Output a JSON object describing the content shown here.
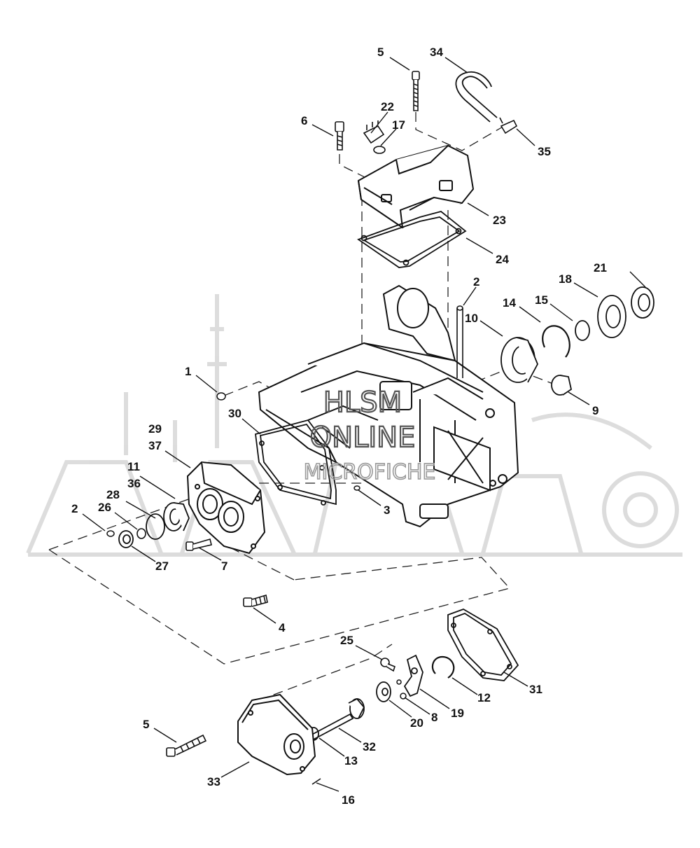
{
  "watermark": {
    "line1": "HLSM",
    "line2": "ONLINE",
    "line3": "MICROFICHE"
  },
  "callouts": [
    {
      "id": "5a",
      "text": "5"
    },
    {
      "id": "34",
      "text": "34"
    },
    {
      "id": "22",
      "text": "22"
    },
    {
      "id": "17",
      "text": "17"
    },
    {
      "id": "6",
      "text": "6"
    },
    {
      "id": "35",
      "text": "35"
    },
    {
      "id": "23",
      "text": "23"
    },
    {
      "id": "24",
      "text": "24"
    },
    {
      "id": "2a",
      "text": "2"
    },
    {
      "id": "21",
      "text": "21"
    },
    {
      "id": "18",
      "text": "18"
    },
    {
      "id": "14",
      "text": "14"
    },
    {
      "id": "15",
      "text": "15"
    },
    {
      "id": "10",
      "text": "10"
    },
    {
      "id": "1",
      "text": "1"
    },
    {
      "id": "9",
      "text": "9"
    },
    {
      "id": "30",
      "text": "30"
    },
    {
      "id": "29",
      "text": "29"
    },
    {
      "id": "37",
      "text": "37"
    },
    {
      "id": "11",
      "text": "11"
    },
    {
      "id": "36",
      "text": "36"
    },
    {
      "id": "28",
      "text": "28"
    },
    {
      "id": "26",
      "text": "26"
    },
    {
      "id": "2b",
      "text": "2"
    },
    {
      "id": "3",
      "text": "3"
    },
    {
      "id": "27",
      "text": "27"
    },
    {
      "id": "7",
      "text": "7"
    },
    {
      "id": "4",
      "text": "4"
    },
    {
      "id": "25",
      "text": "25"
    },
    {
      "id": "31",
      "text": "31"
    },
    {
      "id": "12",
      "text": "12"
    },
    {
      "id": "19",
      "text": "19"
    },
    {
      "id": "8",
      "text": "8"
    },
    {
      "id": "20",
      "text": "20"
    },
    {
      "id": "5b",
      "text": "5"
    },
    {
      "id": "32",
      "text": "32"
    },
    {
      "id": "13",
      "text": "13"
    },
    {
      "id": "33",
      "text": "33"
    },
    {
      "id": "16",
      "text": "16"
    }
  ]
}
